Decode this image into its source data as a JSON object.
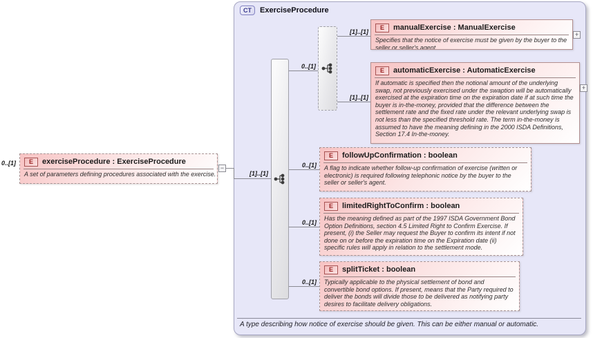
{
  "root_element": {
    "cardinality": "0..[1]",
    "badge": "E",
    "title": "exerciseProcedure : ExerciseProcedure",
    "annotation": "A set of parameters defining procedures associated with the exercise.",
    "collapse_icon": "−"
  },
  "complex_type": {
    "badge": "CT",
    "name": "ExerciseProcedure",
    "footer_annotation": "A type describing how notice of exercise should be given. This can be either manual or automatic.",
    "sequence": {
      "cardinality": "[1]..[1]"
    },
    "choice": {
      "cardinality": "0..[1]"
    }
  },
  "elements": {
    "manual": {
      "badge": "E",
      "cardinality": "[1]..[1]",
      "title": "manualExercise : ManualExercise",
      "annotation": "Specifies that the notice of exercise must be given by the buyer to the seller or seller's agent.",
      "expand_icon": "+"
    },
    "automatic": {
      "badge": "E",
      "cardinality": "[1]..[1]",
      "title": "automaticExercise : AutomaticExercise",
      "annotation": "If automatic is specified then the notional amount of the underlying swap, not previously exercised under the swaption will be automatically exercised at the expiration time on the expiration date if at such time the buyer is in-the-money, provided that the difference between the settlement rate and the fixed rate under the relevant underlying swap is not less than the specified threshold rate. The term in-the-money is assumed to have the meaning defining in the 2000 ISDA Definitions, Section 17.4 In-the-money.",
      "expand_icon": "+"
    },
    "followup": {
      "badge": "E",
      "cardinality": "0..[1]",
      "title": "followUpConfirmation : boolean",
      "annotation": "A flag to indicate whether follow-up confirmation of exercise (written or electronic) is required following telephonic notice by the buyer to the seller or seller's agent."
    },
    "limited": {
      "badge": "E",
      "cardinality": "0..[1]",
      "title": "limitedRightToConfirm : boolean",
      "annotation": "Has the meaning defined as part of the 1997 ISDA Government Bond Option Definitions, section 4.5 Limited Right to Confirm Exercise. If present, (i) the Seller may request the Buyer to confirm its intent if not done on or before the expiration time on the Expiration date (ii) specific rules will apply in relation to the settlement mode."
    },
    "split": {
      "badge": "E",
      "cardinality": "0..[1]",
      "title": "splitTicket : boolean",
      "annotation": "Typically applicable to the physical settlement of bond and convertible bond options. If present, means that the Party required to deliver the bonds will divide those to be delivered as notifying party desires to facilitate delivery obligations."
    }
  },
  "colors": {
    "panel_background": "#e7e7f8",
    "element_pink": "#f7c3c3",
    "badge_red": "#9c2626",
    "badge_blue": "#39398e",
    "connector_gray": "#8a8a92"
  }
}
